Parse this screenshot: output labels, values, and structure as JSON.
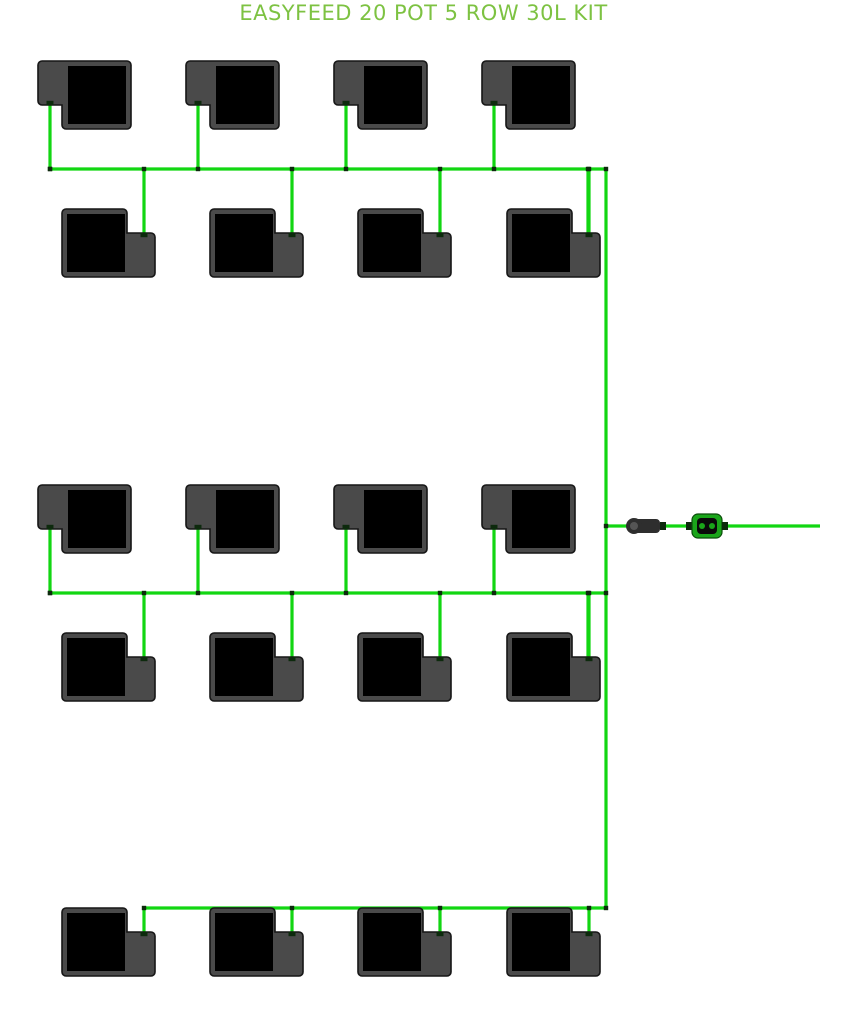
{
  "title": "EASYFEED 20 POT 5 ROW 30L KIT",
  "colors": {
    "title": "#7dc242",
    "pipe": "#12d612",
    "pot_body": "#4a4a4a",
    "pot_outline": "#161616",
    "pot_reservoir": "#000000",
    "fitting": "#0d2a0d",
    "valve": "#2e2e2e",
    "timer_body": "#1aa51a",
    "timer_face": "#0a0a0a",
    "background": "#ffffff"
  },
  "components": {
    "pots": {
      "count": 20,
      "name": "30L pot"
    },
    "rows": {
      "count": 5
    },
    "valve": {
      "name": "inline valve",
      "icon": "valve-icon"
    },
    "timer": {
      "name": "water timer",
      "icon": "timer-icon"
    }
  }
}
